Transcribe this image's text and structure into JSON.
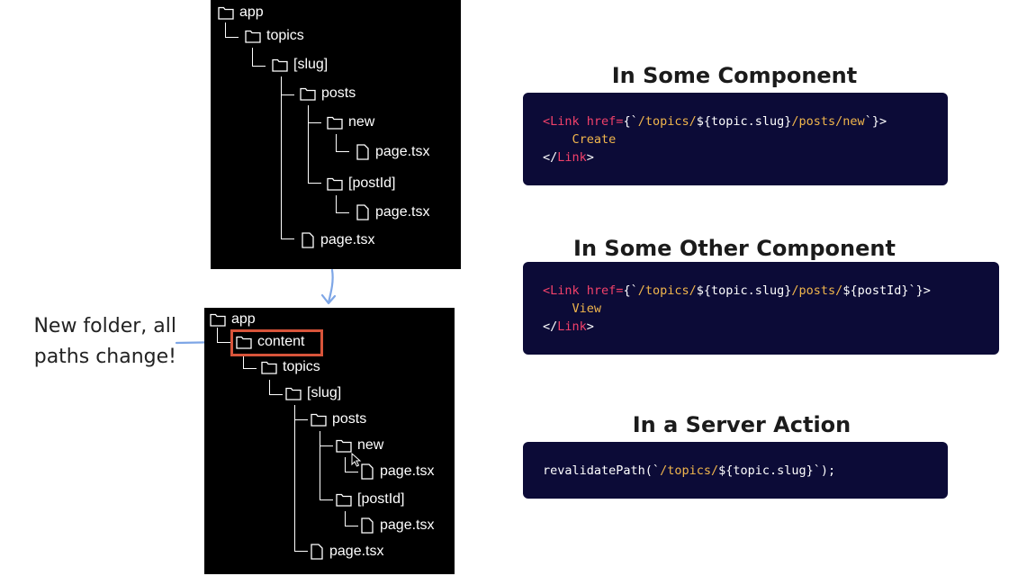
{
  "top_tree": {
    "items": [
      {
        "label": "app",
        "kind": "folder"
      },
      {
        "label": "topics",
        "kind": "folder"
      },
      {
        "label": "[slug]",
        "kind": "folder"
      },
      {
        "label": "posts",
        "kind": "folder"
      },
      {
        "label": "new",
        "kind": "folder"
      },
      {
        "label": "page.tsx",
        "kind": "file"
      },
      {
        "label": "[postId]",
        "kind": "folder"
      },
      {
        "label": "page.tsx",
        "kind": "file"
      },
      {
        "label": "page.tsx",
        "kind": "file"
      }
    ]
  },
  "bottom_tree": {
    "items": [
      {
        "label": "app",
        "kind": "folder"
      },
      {
        "label": "content",
        "kind": "folder"
      },
      {
        "label": "topics",
        "kind": "folder"
      },
      {
        "label": "[slug]",
        "kind": "folder"
      },
      {
        "label": "posts",
        "kind": "folder"
      },
      {
        "label": "new",
        "kind": "folder"
      },
      {
        "label": "page.tsx",
        "kind": "file"
      },
      {
        "label": "[postId]",
        "kind": "folder"
      },
      {
        "label": "page.tsx",
        "kind": "file"
      },
      {
        "label": "page.tsx",
        "kind": "file"
      }
    ]
  },
  "note": {
    "line1": "New folder, all",
    "line2": "paths change!"
  },
  "sections": [
    {
      "heading": "In Some Component",
      "code_lines": [
        [
          {
            "t": "<",
            "c": "tag"
          },
          {
            "t": "Link",
            "c": "tag"
          },
          {
            "t": " href=",
            "c": "attr"
          },
          {
            "t": "{`",
            "c": "punct"
          },
          {
            "t": "/topics/",
            "c": "str"
          },
          {
            "t": "${topic.slug}",
            "c": "punct"
          },
          {
            "t": "/posts/new",
            "c": "str"
          },
          {
            "t": "`}>",
            "c": "punct"
          }
        ],
        [
          {
            "t": "    Create",
            "c": "str"
          }
        ],
        [
          {
            "t": "</",
            "c": "punct"
          },
          {
            "t": "Link",
            "c": "tag"
          },
          {
            "t": ">",
            "c": "punct"
          }
        ]
      ]
    },
    {
      "heading": "In Some Other Component",
      "code_lines": [
        [
          {
            "t": "<",
            "c": "tag"
          },
          {
            "t": "Link",
            "c": "tag"
          },
          {
            "t": " href=",
            "c": "attr"
          },
          {
            "t": "{`",
            "c": "punct"
          },
          {
            "t": "/topics/",
            "c": "str"
          },
          {
            "t": "${topic.slug}",
            "c": "punct"
          },
          {
            "t": "/posts/",
            "c": "str"
          },
          {
            "t": "${postId}",
            "c": "punct"
          },
          {
            "t": "`}>",
            "c": "punct"
          }
        ],
        [
          {
            "t": "    View",
            "c": "str"
          }
        ],
        [
          {
            "t": "</",
            "c": "punct"
          },
          {
            "t": "Link",
            "c": "tag"
          },
          {
            "t": ">",
            "c": "punct"
          }
        ]
      ]
    },
    {
      "heading": "In a Server Action",
      "code_lines": [
        [
          {
            "t": "revalidatePath(",
            "c": "punct"
          },
          {
            "t": "`",
            "c": "punct"
          },
          {
            "t": "/topics/",
            "c": "str"
          },
          {
            "t": "${topic.slug}",
            "c": "punct"
          },
          {
            "t": "`",
            "c": "punct"
          },
          {
            "t": ");",
            "c": "punct"
          }
        ]
      ]
    }
  ],
  "colors": {
    "code_bg": "#0c0b37",
    "tag": "#f2416a",
    "string": "#f1b64c",
    "highlight_border": "#d8543a",
    "arrow": "#7ea6e6"
  },
  "icons": {
    "folder": "folder-icon",
    "file": "file-icon"
  }
}
